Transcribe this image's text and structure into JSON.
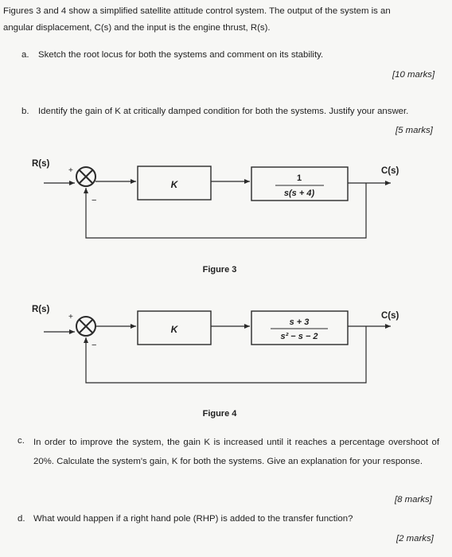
{
  "intro": {
    "line1": "Figures 3 and 4 show a simplified satellite attitude control system. The output of the system is an",
    "line2": "angular displacement, C(s) and the input is the engine thrust, R(s)."
  },
  "questions": {
    "a": {
      "letter": "a.",
      "text": "Sketch the root locus for both the systems and comment on its stability.",
      "marks": "[10 marks]"
    },
    "b": {
      "letter": "b.",
      "text": "Identify the gain of K at critically damped condition for both the systems. Justify your answer.",
      "marks": "[5 marks]"
    },
    "c": {
      "letter": "c.",
      "text": "In order to improve the system, the gain K is increased until it reaches a percentage overshoot of 20%. Calculate the system's gain, K for both the systems. Give an explanation for your response.",
      "marks": "[8 marks]"
    },
    "d": {
      "letter": "d.",
      "text": "What would happen if a right hand pole (RHP) is added to the transfer function?",
      "marks": "[2 marks]"
    }
  },
  "figure3": {
    "caption": "Figure 3",
    "input_label": "R(s)",
    "output_label": "C(s)",
    "plus_sign": "+",
    "minus_sign": "−",
    "gain_block": "K",
    "plant_numerator": "1",
    "plant_denominator": "s(s + 4)"
  },
  "figure4": {
    "caption": "Figure 4",
    "input_label": "R(s)",
    "output_label": "C(s)",
    "plus_sign": "+",
    "minus_sign": "−",
    "gain_block": "K",
    "plant_numerator": "s + 3",
    "plant_denominator": "s² − s − 2"
  }
}
